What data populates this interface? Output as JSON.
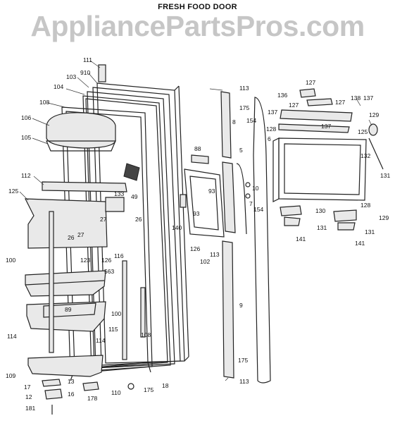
{
  "title": "FRESH FOOD DOOR",
  "watermark": "AppliancePartsPros.com",
  "part_labels": [
    {
      "id": "111",
      "text": "111"
    },
    {
      "id": "910",
      "text": "910"
    },
    {
      "id": "103",
      "text": "103"
    },
    {
      "id": "104",
      "text": "104"
    },
    {
      "id": "108a",
      "text": "108"
    },
    {
      "id": "106",
      "text": "106"
    },
    {
      "id": "105",
      "text": "105"
    },
    {
      "id": "112",
      "text": "112"
    },
    {
      "id": "125a",
      "text": "125"
    },
    {
      "id": "49",
      "text": "49"
    },
    {
      "id": "133",
      "text": "133"
    },
    {
      "id": "27a",
      "text": "27"
    },
    {
      "id": "26a",
      "text": "26"
    },
    {
      "id": "26b",
      "text": "26"
    },
    {
      "id": "27b",
      "text": "27"
    },
    {
      "id": "126a",
      "text": "126"
    },
    {
      "id": "116",
      "text": "116"
    },
    {
      "id": "563",
      "text": "563"
    },
    {
      "id": "100a",
      "text": "100"
    },
    {
      "id": "123",
      "text": "123"
    },
    {
      "id": "89",
      "text": "89"
    },
    {
      "id": "100b",
      "text": "100"
    },
    {
      "id": "115",
      "text": "115"
    },
    {
      "id": "114a",
      "text": "114"
    },
    {
      "id": "114b",
      "text": "114"
    },
    {
      "id": "108b",
      "text": "108"
    },
    {
      "id": "109",
      "text": "109"
    },
    {
      "id": "13",
      "text": "13"
    },
    {
      "id": "17",
      "text": "17"
    },
    {
      "id": "16",
      "text": "16"
    },
    {
      "id": "12",
      "text": "12"
    },
    {
      "id": "181",
      "text": "181"
    },
    {
      "id": "178",
      "text": "178"
    },
    {
      "id": "110",
      "text": "110"
    },
    {
      "id": "175a",
      "text": "175"
    },
    {
      "id": "18",
      "text": "18"
    },
    {
      "id": "140",
      "text": "140"
    },
    {
      "id": "88",
      "text": "88"
    },
    {
      "id": "93a",
      "text": "93"
    },
    {
      "id": "93b",
      "text": "93"
    },
    {
      "id": "126b",
      "text": "126"
    },
    {
      "id": "102",
      "text": "102"
    },
    {
      "id": "113a",
      "text": "113"
    },
    {
      "id": "113b",
      "text": "113"
    },
    {
      "id": "175b",
      "text": "175"
    },
    {
      "id": "8",
      "text": "8"
    },
    {
      "id": "5",
      "text": "5"
    },
    {
      "id": "154a",
      "text": "154"
    },
    {
      "id": "6",
      "text": "6"
    },
    {
      "id": "10",
      "text": "10"
    },
    {
      "id": "7",
      "text": "7"
    },
    {
      "id": "154b",
      "text": "154"
    },
    {
      "id": "9",
      "text": "9"
    },
    {
      "id": "175c",
      "text": "175"
    },
    {
      "id": "113c",
      "text": "113"
    },
    {
      "id": "127a",
      "text": "127"
    },
    {
      "id": "127b",
      "text": "127"
    },
    {
      "id": "127c",
      "text": "127"
    },
    {
      "id": "136",
      "text": "136"
    },
    {
      "id": "138",
      "text": "138"
    },
    {
      "id": "137a",
      "text": "137"
    },
    {
      "id": "137b",
      "text": "137"
    },
    {
      "id": "137c",
      "text": "137"
    },
    {
      "id": "129a",
      "text": "129"
    },
    {
      "id": "128a",
      "text": "128"
    },
    {
      "id": "125b",
      "text": "125"
    },
    {
      "id": "132",
      "text": "132"
    },
    {
      "id": "131a",
      "text": "131"
    },
    {
      "id": "128b",
      "text": "128"
    },
    {
      "id": "129b",
      "text": "129"
    },
    {
      "id": "130",
      "text": "130"
    },
    {
      "id": "131b",
      "text": "131"
    },
    {
      "id": "131c",
      "text": "131"
    },
    {
      "id": "141a",
      "text": "141"
    },
    {
      "id": "141b",
      "text": "141"
    }
  ]
}
